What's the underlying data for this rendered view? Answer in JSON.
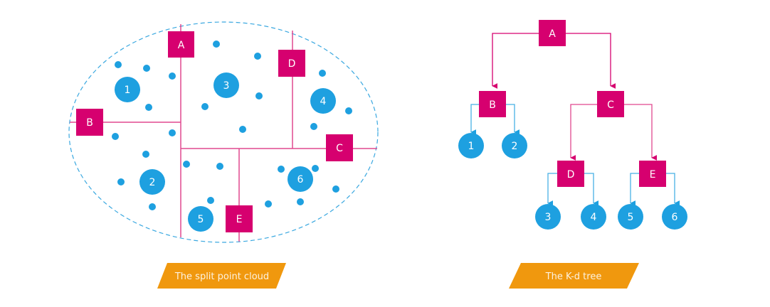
{
  "colors": {
    "split_node": "#d6006f",
    "split_line": "#e0488f",
    "point": "#1ea0e0",
    "leaf_edge": "#48b0e4",
    "boundary": "#3aa8e0",
    "caption_bg": "#f0980e",
    "label_text": "#ffffff"
  },
  "point_cloud": {
    "caption": "The split point cloud",
    "split_nodes": [
      {
        "id": "A",
        "label": "A"
      },
      {
        "id": "B",
        "label": "B"
      },
      {
        "id": "C",
        "label": "C"
      },
      {
        "id": "D",
        "label": "D"
      },
      {
        "id": "E",
        "label": "E"
      }
    ],
    "regions": [
      {
        "id": "1",
        "label": "1"
      },
      {
        "id": "2",
        "label": "2"
      },
      {
        "id": "3",
        "label": "3"
      },
      {
        "id": "4",
        "label": "4"
      },
      {
        "id": "5",
        "label": "5"
      },
      {
        "id": "6",
        "label": "6"
      }
    ]
  },
  "tree": {
    "caption": "The K-d tree",
    "nodes": [
      {
        "id": "A",
        "label": "A",
        "type": "split",
        "children": [
          "B",
          "C"
        ]
      },
      {
        "id": "B",
        "label": "B",
        "type": "split",
        "children": [
          "1",
          "2"
        ]
      },
      {
        "id": "C",
        "label": "C",
        "type": "split",
        "children": [
          "D",
          "E"
        ]
      },
      {
        "id": "D",
        "label": "D",
        "type": "split",
        "children": [
          "3",
          "4"
        ]
      },
      {
        "id": "E",
        "label": "E",
        "type": "split",
        "children": [
          "5",
          "6"
        ]
      },
      {
        "id": "1",
        "label": "1",
        "type": "leaf"
      },
      {
        "id": "2",
        "label": "2",
        "type": "leaf"
      },
      {
        "id": "3",
        "label": "3",
        "type": "leaf"
      },
      {
        "id": "4",
        "label": "4",
        "type": "leaf"
      },
      {
        "id": "5",
        "label": "5",
        "type": "leaf"
      },
      {
        "id": "6",
        "label": "6",
        "type": "leaf"
      }
    ]
  }
}
